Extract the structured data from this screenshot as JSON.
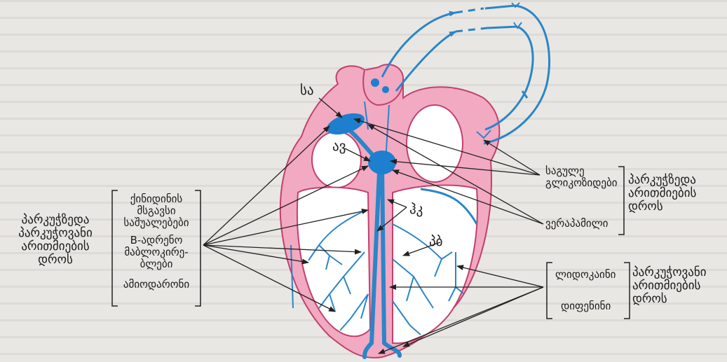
{
  "nodes": {
    "sa": "სა",
    "av": "ავ",
    "hk": "ჰკ",
    "pb": "პბ"
  },
  "left_group": {
    "title_lines": [
      "პარკუჭზედა",
      "პარკუჭოვანი",
      "არითმიების",
      "დროს"
    ],
    "drugs": [
      "ქინიდინის",
      "მსგავსი",
      "საშუალებები",
      "B-ადრენო",
      "მაბლოკირე-",
      "ბლები",
      "ამიოდარონი"
    ]
  },
  "right_top": {
    "drugs": [
      "საგულე",
      "გლიკოზიდები",
      "ვერაპამილი"
    ],
    "title_lines": [
      "პარკუჭზედა",
      "არითმიების",
      "დროს"
    ]
  },
  "right_bottom": {
    "drugs": [
      "ლიდოკაინი",
      "დიფენინი"
    ],
    "title_lines": [
      "პარკუჭოვანი",
      "არითმიების",
      "დროს"
    ]
  },
  "colors": {
    "heart_fill": "#f2a9c2",
    "heart_stroke": "#c2406e",
    "conduction": "#2a86c9",
    "node": "#1d7fce",
    "arrow": "#222222"
  }
}
